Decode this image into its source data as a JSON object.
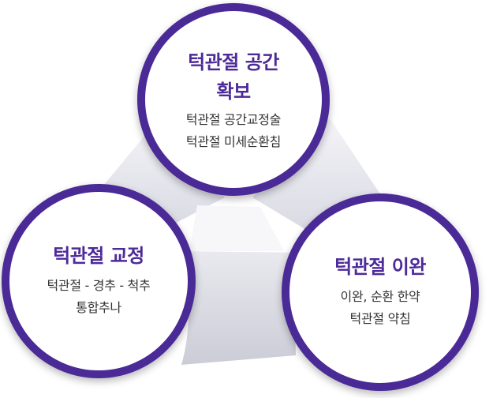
{
  "diagram": {
    "nodes": [
      {
        "title_lines": [
          "턱관절 공간",
          "확보"
        ],
        "desc_lines": [
          "턱관절 공간교정술",
          "턱관절 미세순환침"
        ]
      },
      {
        "title_lines": [
          "턱관절 교정"
        ],
        "desc_lines": [
          "턱관절 - 경추 - 척추",
          "통합추나"
        ]
      },
      {
        "title_lines": [
          "턱관절 이완"
        ],
        "desc_lines": [
          "이완, 순환 한약",
          "턱관절 약침"
        ]
      }
    ],
    "colors": {
      "ring": "#4a2a96",
      "title": "#4d2a99",
      "text": "#333333",
      "connector_light": "#ececf2",
      "connector_dark": "#cfd0da"
    }
  }
}
